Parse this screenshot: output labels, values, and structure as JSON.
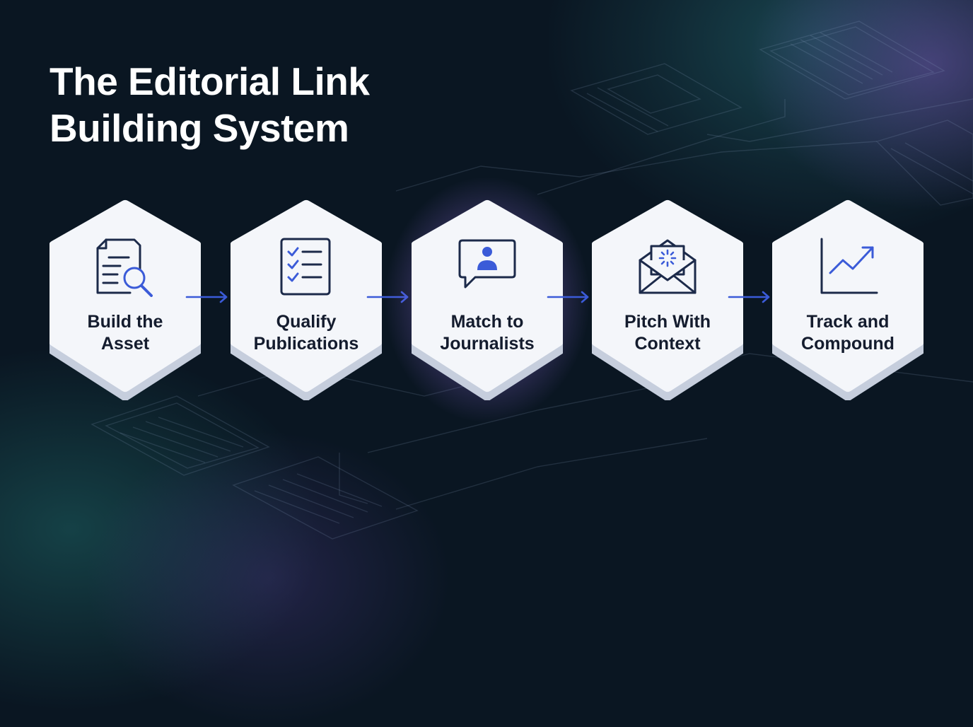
{
  "title": {
    "line1": "The Editorial Link",
    "line2": "Building System"
  },
  "colors": {
    "background": "#0a1622",
    "card": "#f4f6fa",
    "accent": "#3b5bd8",
    "icon_stroke": "#1c2a4a",
    "highlight_glow": "#9a70e8"
  },
  "steps": [
    {
      "line1": "Build the",
      "line2": "Asset",
      "icon": "document-search-icon"
    },
    {
      "line1": "Qualify",
      "line2": "Publications",
      "icon": "checklist-icon"
    },
    {
      "line1": "Match to",
      "line2": "Journalists",
      "icon": "chat-user-icon",
      "highlighted": true
    },
    {
      "line1": "Pitch With",
      "line2": "Context",
      "icon": "envelope-icon"
    },
    {
      "line1": "Track and",
      "line2": "Compound",
      "icon": "trend-chart-icon"
    }
  ]
}
